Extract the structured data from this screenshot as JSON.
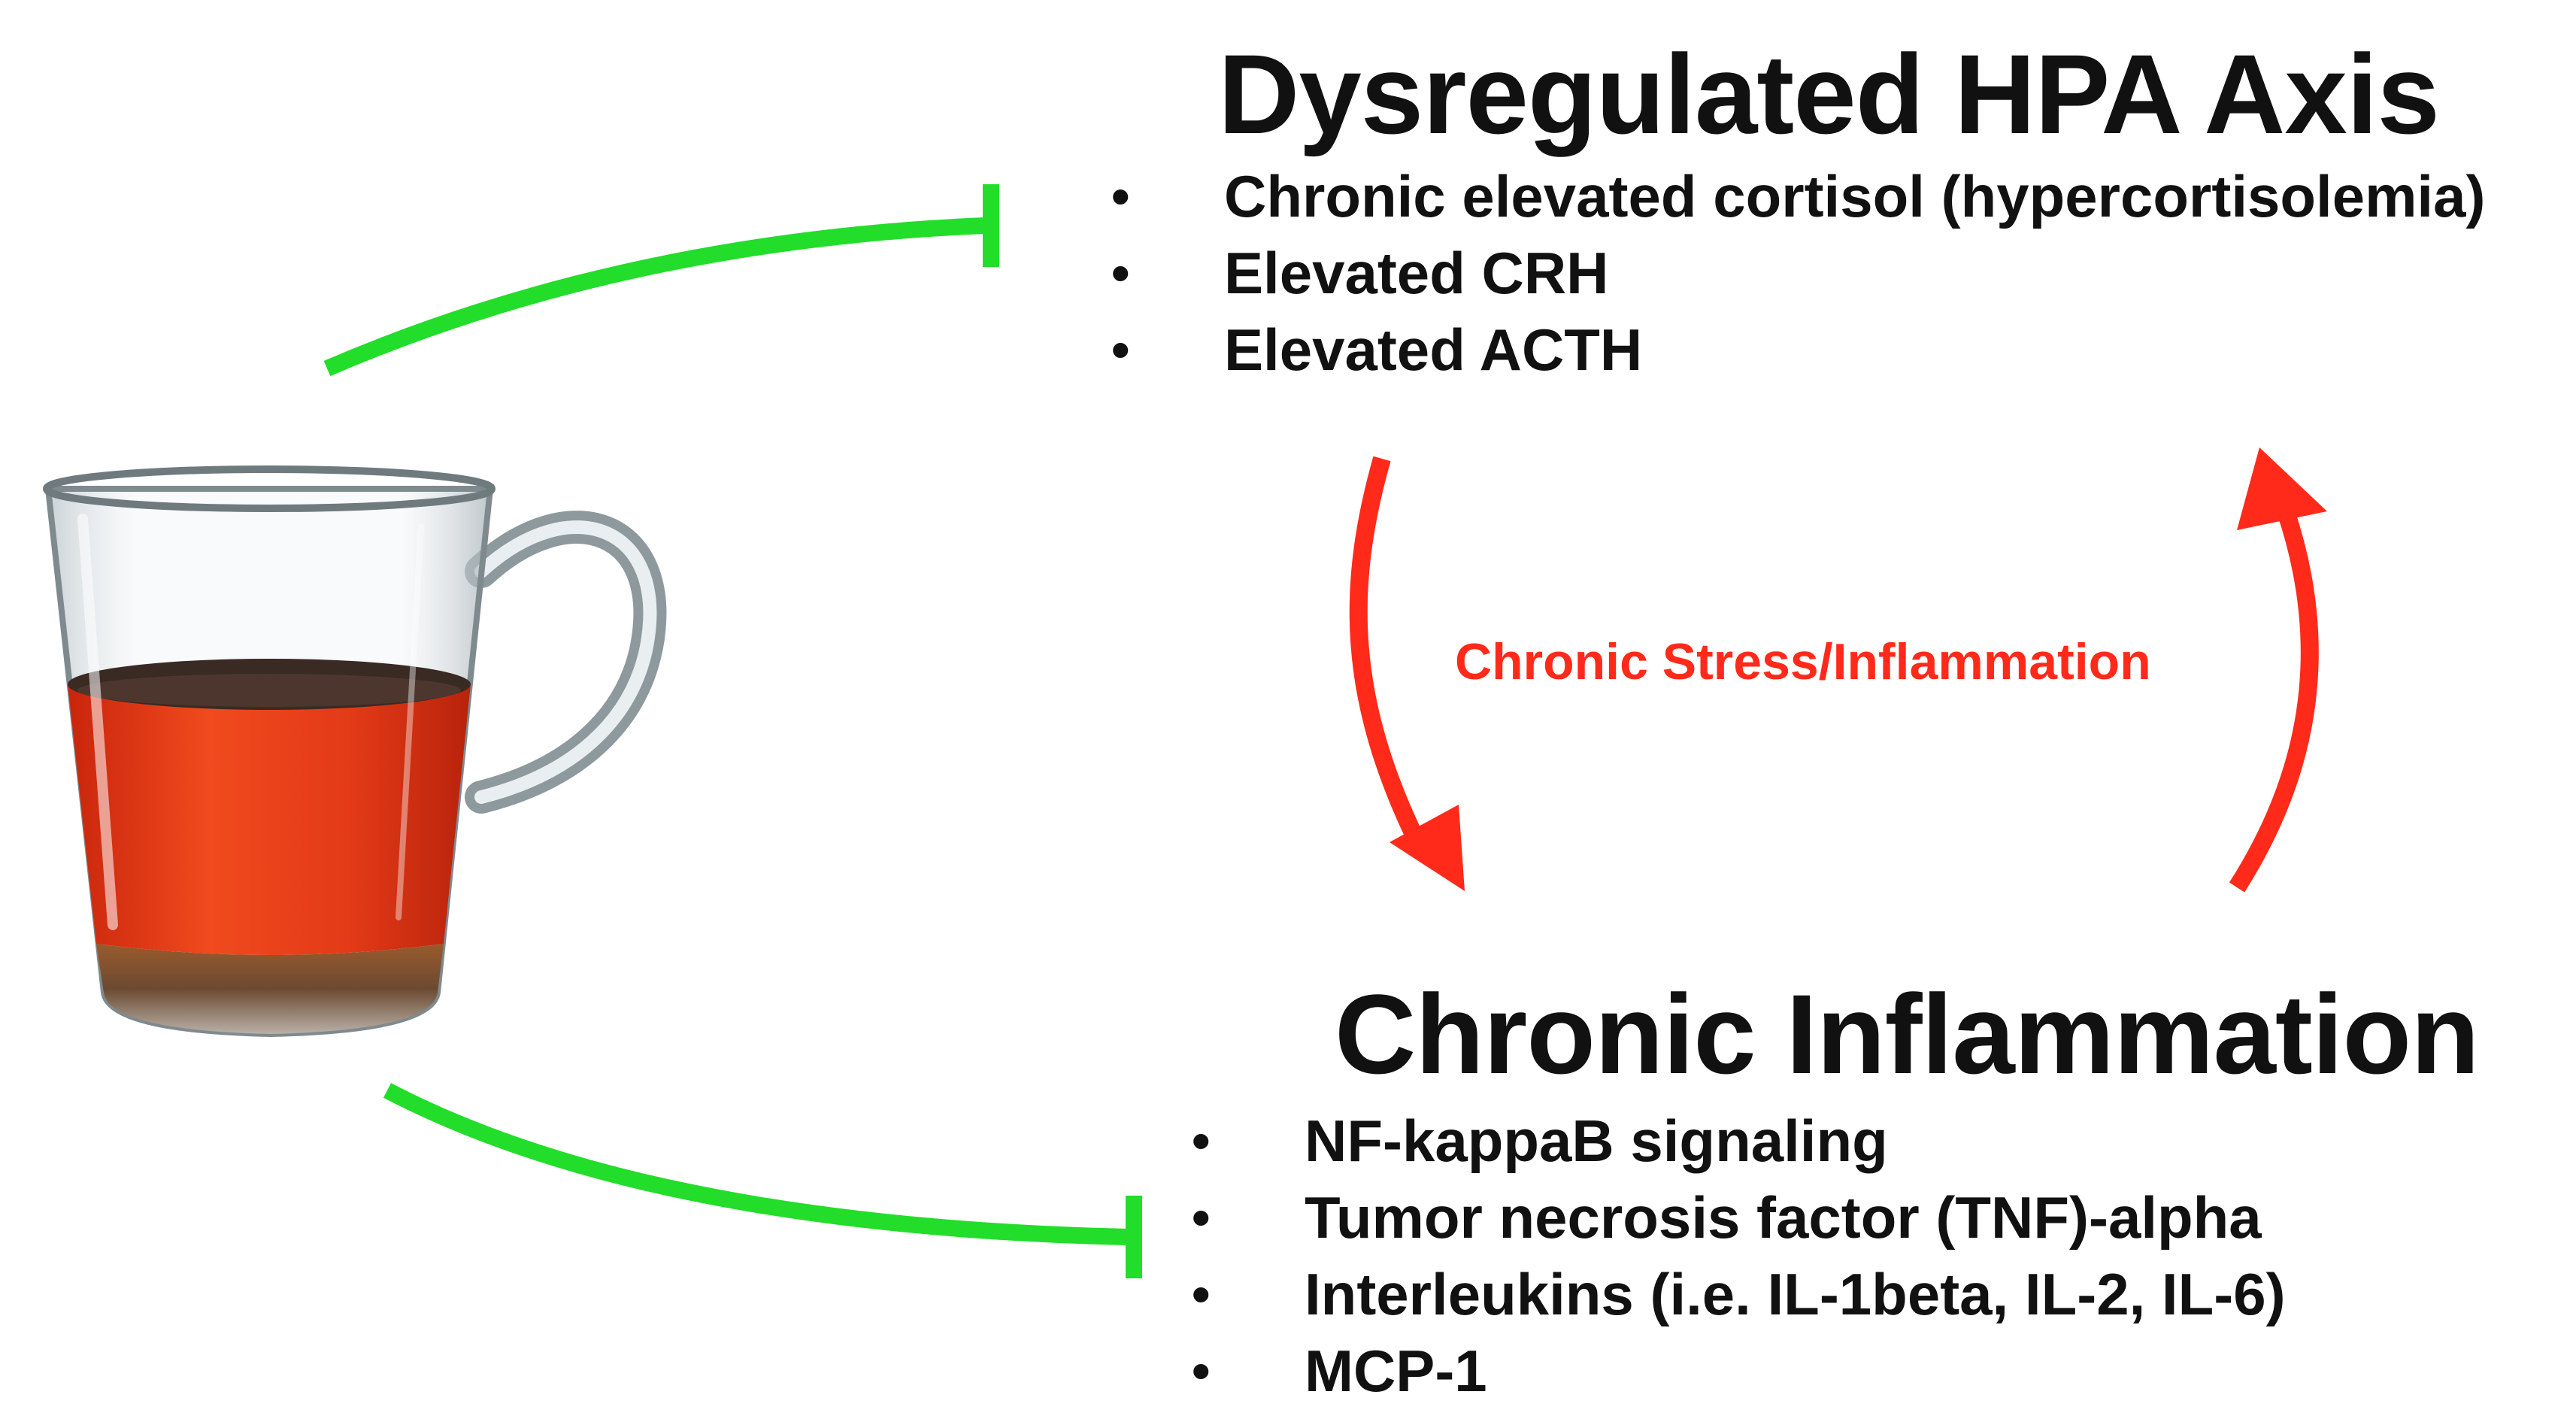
{
  "hpa": {
    "title": "Dysregulated HPA Axis",
    "items": [
      "Chronic elevated cortisol (hypercortisolemia)",
      "Elevated CRH",
      "Elevated ACTH"
    ]
  },
  "inflammation": {
    "title": "Chronic Inflammation",
    "items": [
      "NF-kappaB signaling",
      "Tumor necrosis factor (TNF)-alpha",
      "Interleukins (i.e. IL-1beta, IL-2, IL-6)",
      "MCP-1"
    ]
  },
  "cycle_label": "Chronic Stress/Inflammation",
  "colors": {
    "inhibition": "#22dd2a",
    "cycle": "#ff2a1a",
    "tea": "#e8381a",
    "text": "#111111"
  },
  "icons": {
    "tea": "tea-cup-icon",
    "inhibit": "inhibition-arrow-icon",
    "cycle": "cycle-arrow-icon"
  }
}
